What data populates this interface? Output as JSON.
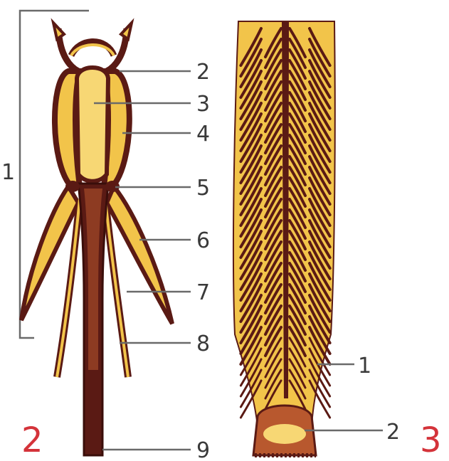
{
  "figure_a": {
    "number": "2",
    "bracket_label": "1",
    "labels": [
      "2",
      "3",
      "4",
      "5",
      "6",
      "7",
      "8",
      "9"
    ]
  },
  "figure_b": {
    "number": "3",
    "labels": [
      "1",
      "2"
    ]
  },
  "colors": {
    "yellow": "#f2c44a",
    "yellow_light": "#f7d774",
    "dark": "#5a1a14",
    "rust": "#b8582e",
    "figure_number": "#d4333a",
    "label_text": "#3a3a3a",
    "leader_line": "#6a6a6a"
  }
}
